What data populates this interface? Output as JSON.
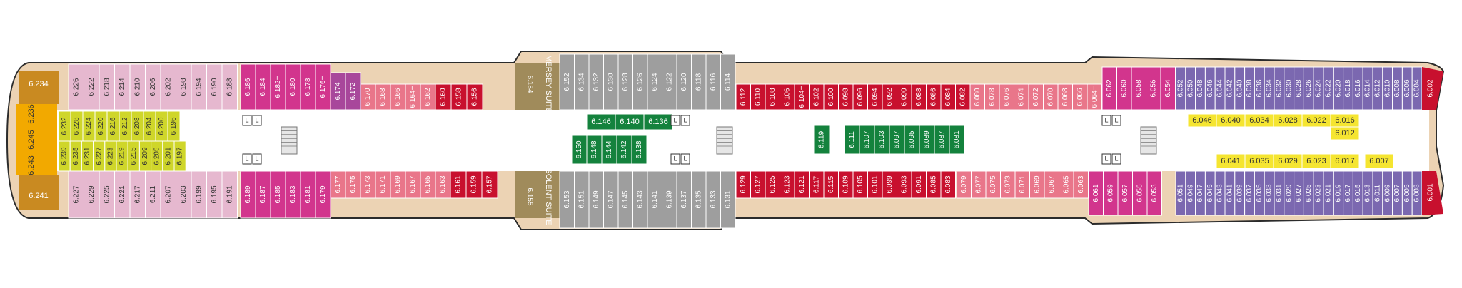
{
  "colors": {
    "suite_gold": "#c98a21",
    "suite_orange": "#f2a900",
    "yellow_green": "#cfd62a",
    "pink_light": "#e6b8cf",
    "magenta": "#d2358d",
    "salmon": "#e9768a",
    "red": "#c8102e",
    "grey": "#9e9e9e",
    "green": "#14823d",
    "purple": "#7b68b0",
    "violet": "#a8479b",
    "yellow": "#f5e531",
    "tan": "#a08b5b",
    "wood": "#ecd3b4",
    "corridor": "#ffffff",
    "outline": "#2b2b2b"
  },
  "suites": {
    "mersey": {
      "name": "MERSEY SUITE",
      "number": "6.154"
    },
    "solent": {
      "name": "SOLENT SUITE",
      "number": "6.155"
    }
  },
  "cabins": {
    "fwd_top": [
      "6.234"
    ],
    "fwd_bottom": [
      "6.241"
    ],
    "fwd_mid": [
      "6.236",
      "6.245",
      "6.243"
    ],
    "top_pink": [
      "6.226",
      "6.222",
      "6.218",
      "6.214",
      "6.210",
      "6.206",
      "6.202",
      "6.198",
      "6.194",
      "6.190",
      "6.188"
    ],
    "top_magenta_a": [
      "6.186",
      "6.184",
      "6.182+",
      "6.180",
      "6.178",
      "6.176+"
    ],
    "top_violet_a": [
      "6.174",
      "6.172"
    ],
    "top_salmon_a": [
      "6.170",
      "6.168",
      "6.166",
      "6.164+",
      "6.162"
    ],
    "top_red_a": [
      "6.160",
      "6.158",
      "6.156"
    ],
    "top_grey": [
      "6.152",
      "6.134",
      "6.132",
      "6.130",
      "6.128",
      "6.126",
      "6.124",
      "6.122",
      "6.120",
      "6.118",
      "6.116",
      "6.114"
    ],
    "top_red_b": [
      "6.112",
      "6.110",
      "6.108",
      "6.106",
      "6.104+",
      "6.102",
      "6.100",
      "6.098",
      "6.096",
      "6.094",
      "6.092",
      "6.090",
      "6.088",
      "6.086",
      "6.084",
      "6.082"
    ],
    "top_salmon_b": [
      "6.080",
      "6.078",
      "6.076",
      "6.074",
      "6.072",
      "6.070",
      "6.068",
      "6.066",
      "6.064+"
    ],
    "top_magenta_b": [
      "6.062",
      "6.060",
      "6.058",
      "6.056",
      "6.054"
    ],
    "top_purple": [
      "6.052",
      "6.050",
      "6.048",
      "6.046",
      "6.044",
      "6.042",
      "6.040",
      "6.038",
      "6.036",
      "6.034",
      "6.032",
      "6.030",
      "6.028",
      "6.026",
      "6.024",
      "6.022",
      "6.020",
      "6.018",
      "6.016",
      "6.014",
      "6.012",
      "6.010",
      "6.008",
      "6.006",
      "6.004"
    ],
    "top_aft": [
      "6.002"
    ],
    "bottom_pink": [
      "6.227",
      "6.229",
      "6.225",
      "6.221",
      "6.217",
      "6.211",
      "6.207",
      "6.203",
      "6.199",
      "6.195",
      "6.191"
    ],
    "bottom_magenta_a": [
      "6.189",
      "6.187",
      "6.185",
      "6.183",
      "6.181",
      "6.179"
    ],
    "bottom_salmon_a": [
      "6.177",
      "6.175",
      "6.173",
      "6.171",
      "6.169",
      "6.167",
      "6.165",
      "6.163"
    ],
    "bottom_red_a": [
      "6.161",
      "6.159",
      "6.157"
    ],
    "bottom_grey": [
      "6.153",
      "6.151",
      "6.149",
      "6.147",
      "6.145",
      "6.143",
      "6.141",
      "6.139",
      "6.137",
      "6.135",
      "6.133",
      "6.131"
    ],
    "bottom_red_b": [
      "6.129",
      "6.127",
      "6.125",
      "6.123",
      "6.121",
      "6.117",
      "6.115",
      "6.109",
      "6.105",
      "6.101",
      "6.099",
      "6.093",
      "6.091",
      "6.085",
      "6.083"
    ],
    "bottom_salmon_b": [
      "6.079",
      "6.077",
      "6.075",
      "6.073",
      "6.071",
      "6.069",
      "6.067",
      "6.065",
      "6.063"
    ],
    "bottom_magenta_b": [
      "6.061",
      "6.059",
      "6.057",
      "6.055",
      "6.053"
    ],
    "bottom_purple": [
      "6.051",
      "6.049",
      "6.047",
      "6.045",
      "6.043",
      "6.041",
      "6.039",
      "6.037",
      "6.035",
      "6.033",
      "6.031",
      "6.029",
      "6.027",
      "6.025",
      "6.023",
      "6.021",
      "6.019",
      "6.017",
      "6.015",
      "6.013",
      "6.011",
      "6.009",
      "6.007",
      "6.005",
      "6.003"
    ],
    "bottom_aft": [
      "6.001"
    ],
    "inner_top_yg": [
      "6.232",
      "6.228",
      "6.224",
      "6.220",
      "6.216",
      "6.212",
      "6.208",
      "6.204",
      "6.200",
      "6.196"
    ],
    "inner_bottom_yg": [
      "6.239",
      "6.235",
      "6.231",
      "6.227",
      "6.223",
      "6.219",
      "6.215",
      "6.209",
      "6.205",
      "6.201",
      "6.197"
    ],
    "inner_green_top": [
      "6.146",
      "6.140",
      "6.136"
    ],
    "inner_green_bottom": [
      "6.150",
      "6.148",
      "6.144",
      "6.142",
      "6.138"
    ],
    "inner_green_119": [
      "6.119"
    ],
    "inner_green_mid": [
      "6.111",
      "6.107",
      "6.103",
      "6.097",
      "6.095",
      "6.089",
      "6.087",
      "6.081"
    ],
    "inner_yellow_top": [
      "6.046",
      "6.040",
      "6.034",
      "6.028",
      "6.022",
      "6.016"
    ],
    "inner_yellow_012": [
      "6.012"
    ],
    "inner_yellow_bottom": [
      "6.041",
      "6.035",
      "6.029",
      "6.023",
      "6.017"
    ],
    "inner_yellow_007": [
      "6.007"
    ]
  },
  "lift_icon_label": "L"
}
